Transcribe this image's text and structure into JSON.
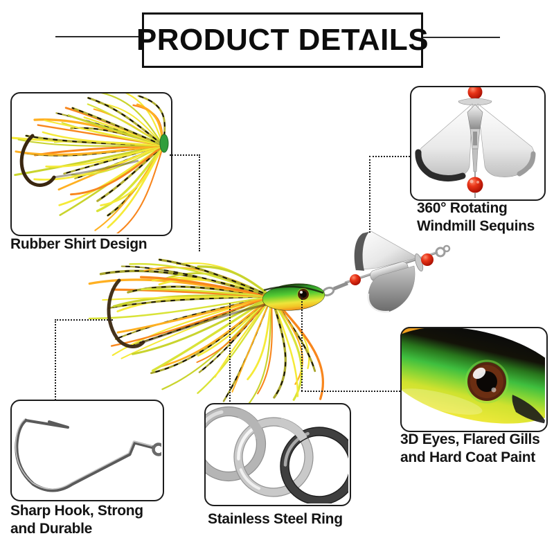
{
  "header": {
    "title": "PRODUCT DETAILS"
  },
  "callouts": {
    "skirt": {
      "label": "Rubber Shirt Design"
    },
    "windmill": {
      "lines": [
        "360° Rotating",
        "Windmill Sequins"
      ]
    },
    "hook": {
      "lines": [
        "Sharp Hook, Strong",
        "and Durable"
      ]
    },
    "ring": {
      "label": "Stainless Steel Ring"
    },
    "eyes": {
      "lines": [
        "3D Eyes, Flared Gills",
        "and Hard Coat Paint"
      ]
    }
  },
  "colors": {
    "outline": "#1b1b1b",
    "bead_red": "#d42512",
    "skirt_yellow": "#f5ea38",
    "skirt_orange": "#f8861d",
    "skirt_chartreuse": "#dbe83a",
    "fish_green": "#3fbf3f",
    "fish_yellow": "#f0e42e",
    "metal_silver": "#c9c9c9",
    "metal_dark": "#3d3d3d"
  }
}
